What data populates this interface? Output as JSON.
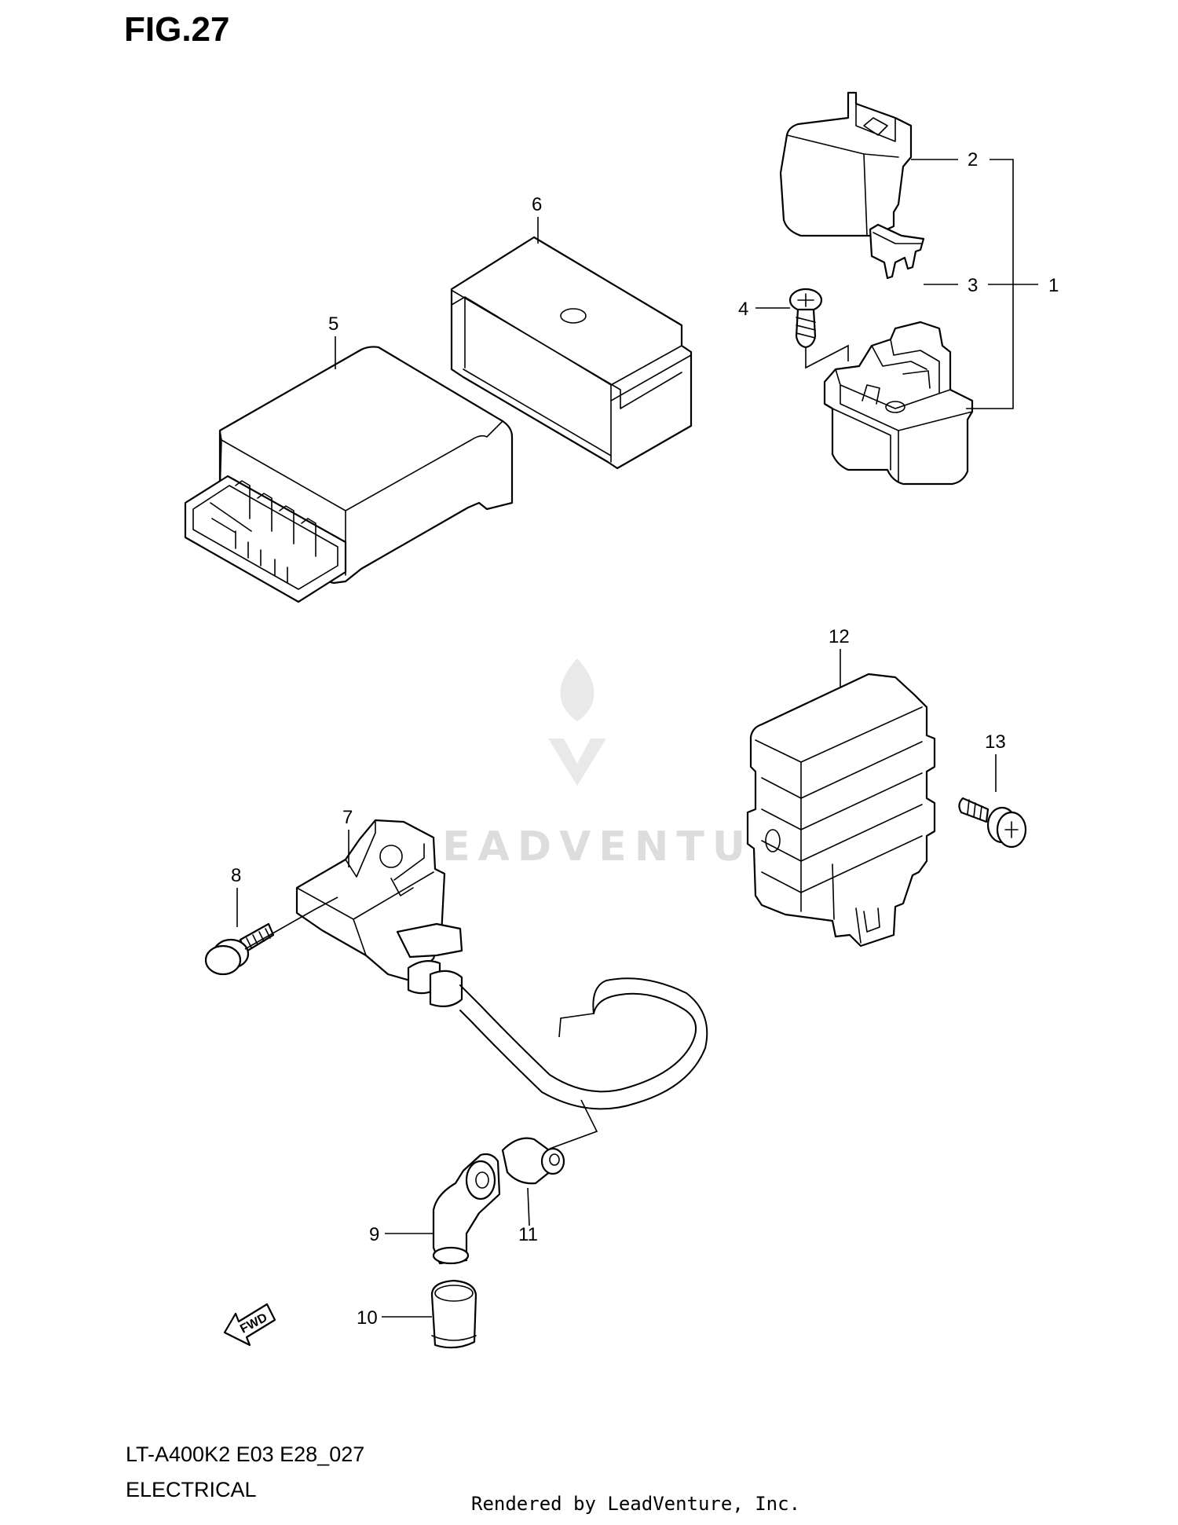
{
  "figure_title": "FIG.27",
  "callouts": [
    {
      "number": "1"
    },
    {
      "number": "2"
    },
    {
      "number": "3"
    },
    {
      "number": "4"
    },
    {
      "number": "5"
    },
    {
      "number": "6"
    },
    {
      "number": "7"
    },
    {
      "number": "8"
    },
    {
      "number": "9"
    },
    {
      "number": "10"
    },
    {
      "number": "11"
    },
    {
      "number": "12"
    },
    {
      "number": "13"
    }
  ],
  "fwd_label": "FWD",
  "watermark": "LEADVENTURE",
  "footer": {
    "model_code": "LT-A400K2 E03 E28_027",
    "section": "ELECTRICAL",
    "credit": "Rendered by LeadVenture, Inc."
  }
}
